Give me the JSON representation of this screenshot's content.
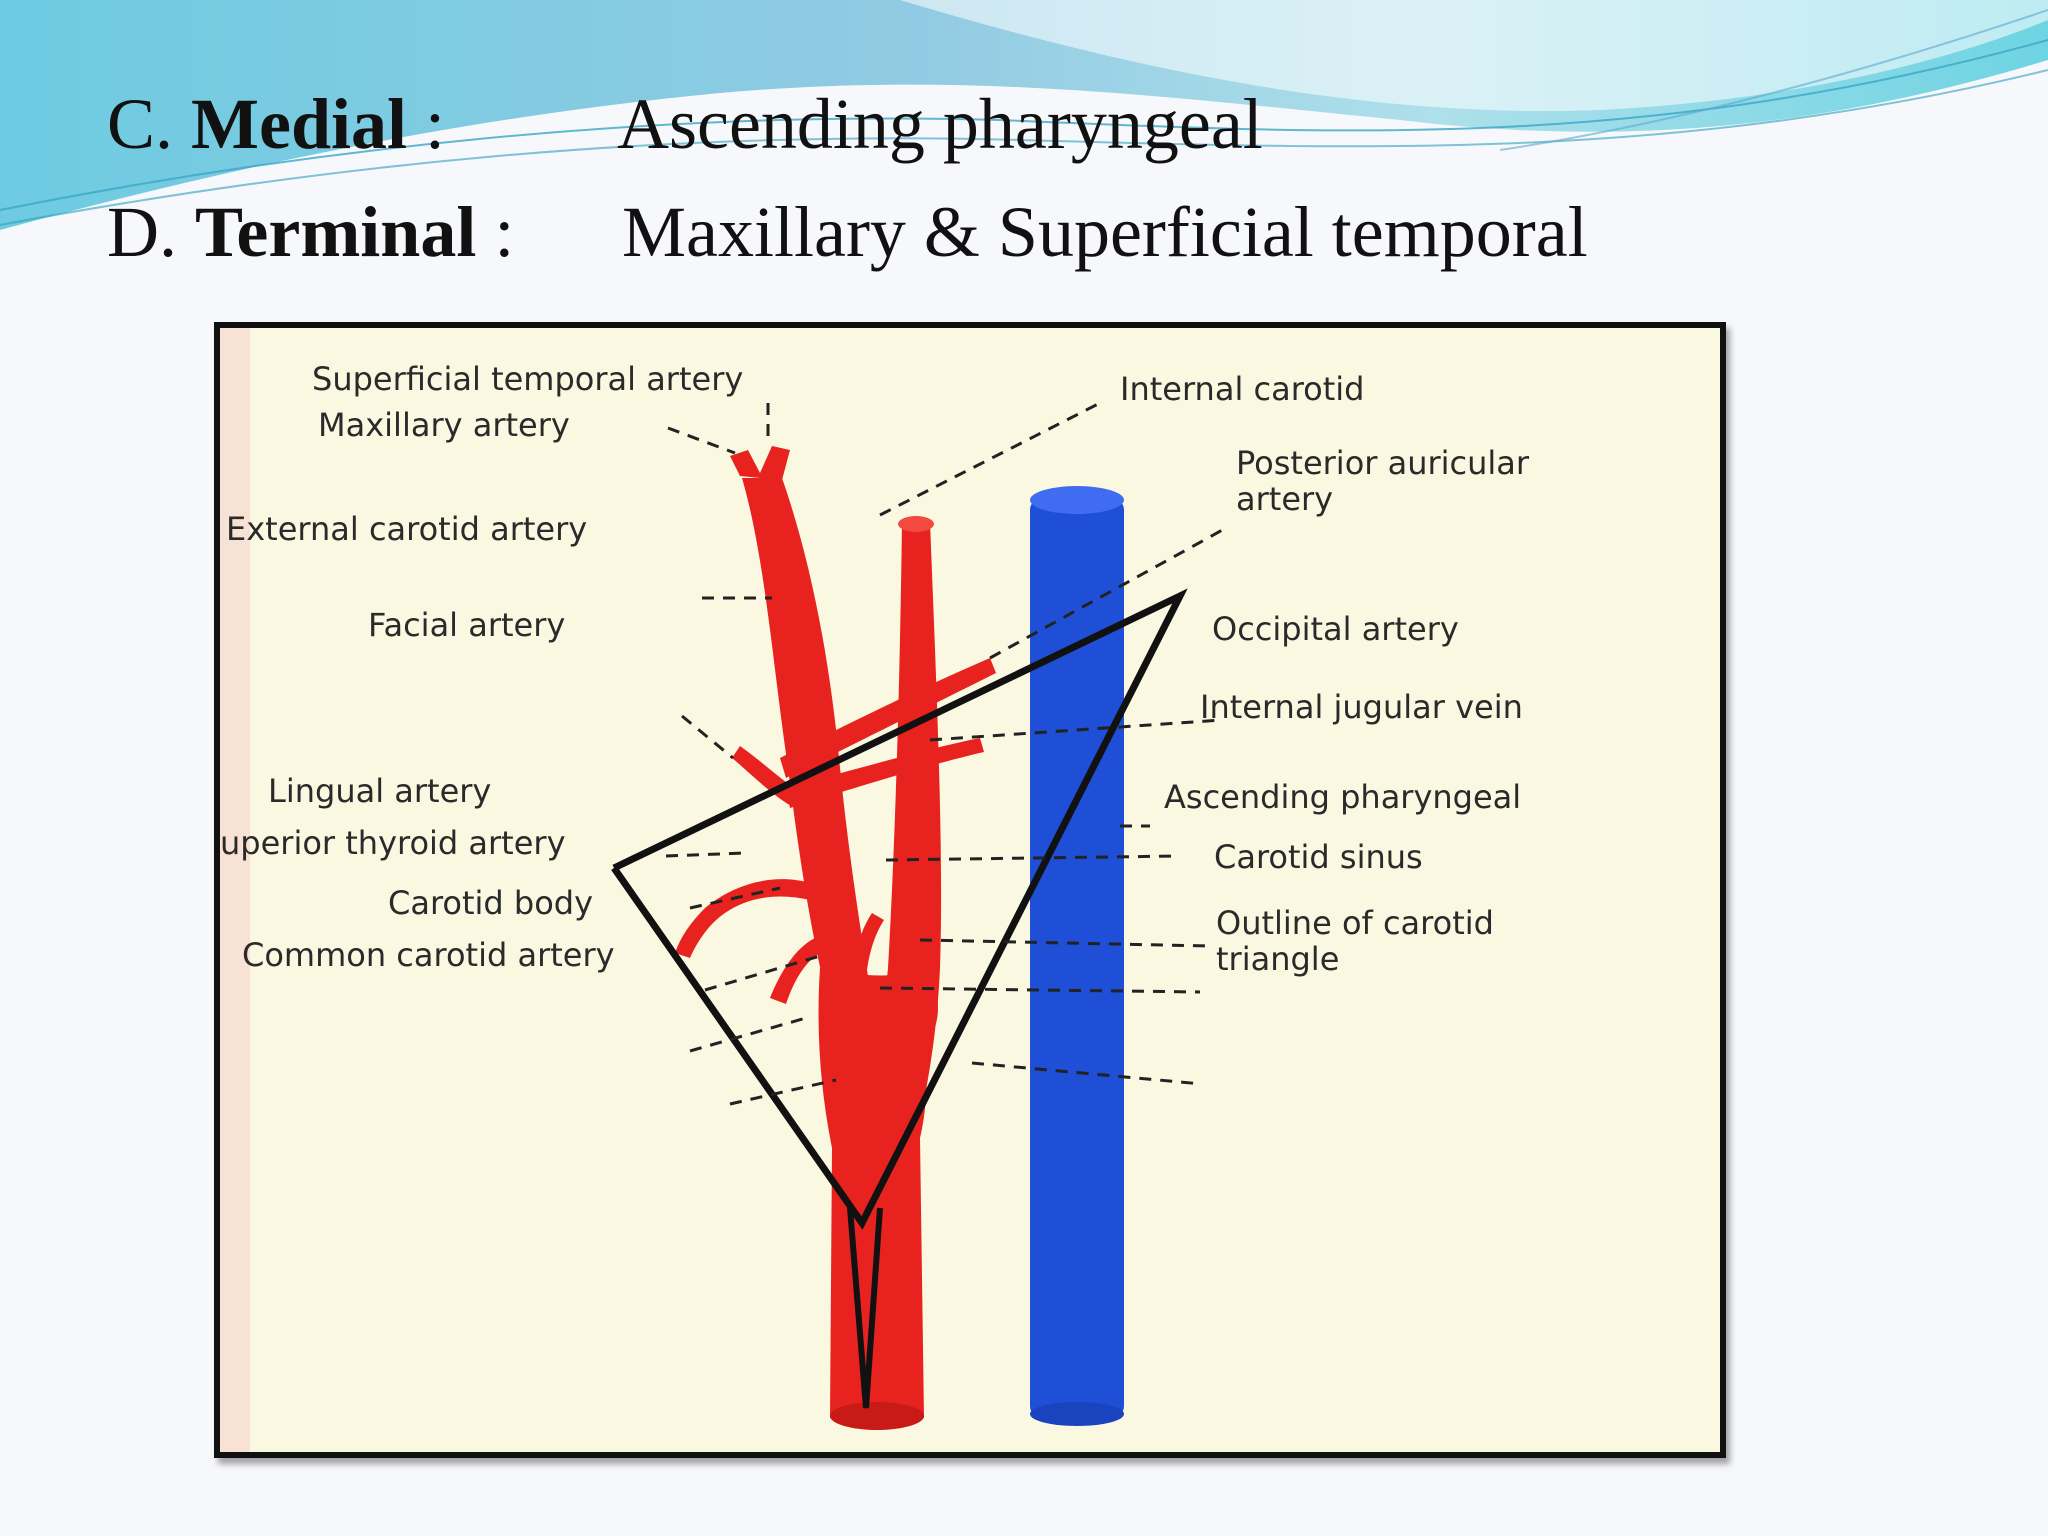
{
  "slide": {
    "row_c": {
      "letter": "C. ",
      "term": "Medial",
      "sep": " :",
      "value": "Ascending pharyngeal"
    },
    "row_d": {
      "letter": "D. ",
      "term": "Terminal",
      "sep": " :",
      "value": "Maxillary & Superficial temporal"
    }
  },
  "figure": {
    "labels": {
      "superficial_temporal": "Superficial temporal artery",
      "maxillary": "Maxillary artery",
      "external_carotid": "External carotid artery",
      "facial": "Facial artery",
      "lingual": "Lingual artery",
      "superior_thyroid": "uperior thyroid artery",
      "carotid_body": "Carotid body",
      "common_carotid": "Common carotid artery",
      "internal_carotid": "Internal carotid",
      "posterior_auricular_1": "Posterior auricular",
      "posterior_auricular_2": "artery",
      "occipital": "Occipital artery",
      "internal_jugular": "Internal jugular vein",
      "ascending_pharyngeal": "Ascending pharyngeal",
      "carotid_sinus": "Carotid sinus",
      "outline_1": "Outline of carotid",
      "outline_2": "triangle"
    },
    "colors": {
      "artery": "#e8231f",
      "vein": "#1f4fd6",
      "paper": "#fbf8e2"
    }
  }
}
